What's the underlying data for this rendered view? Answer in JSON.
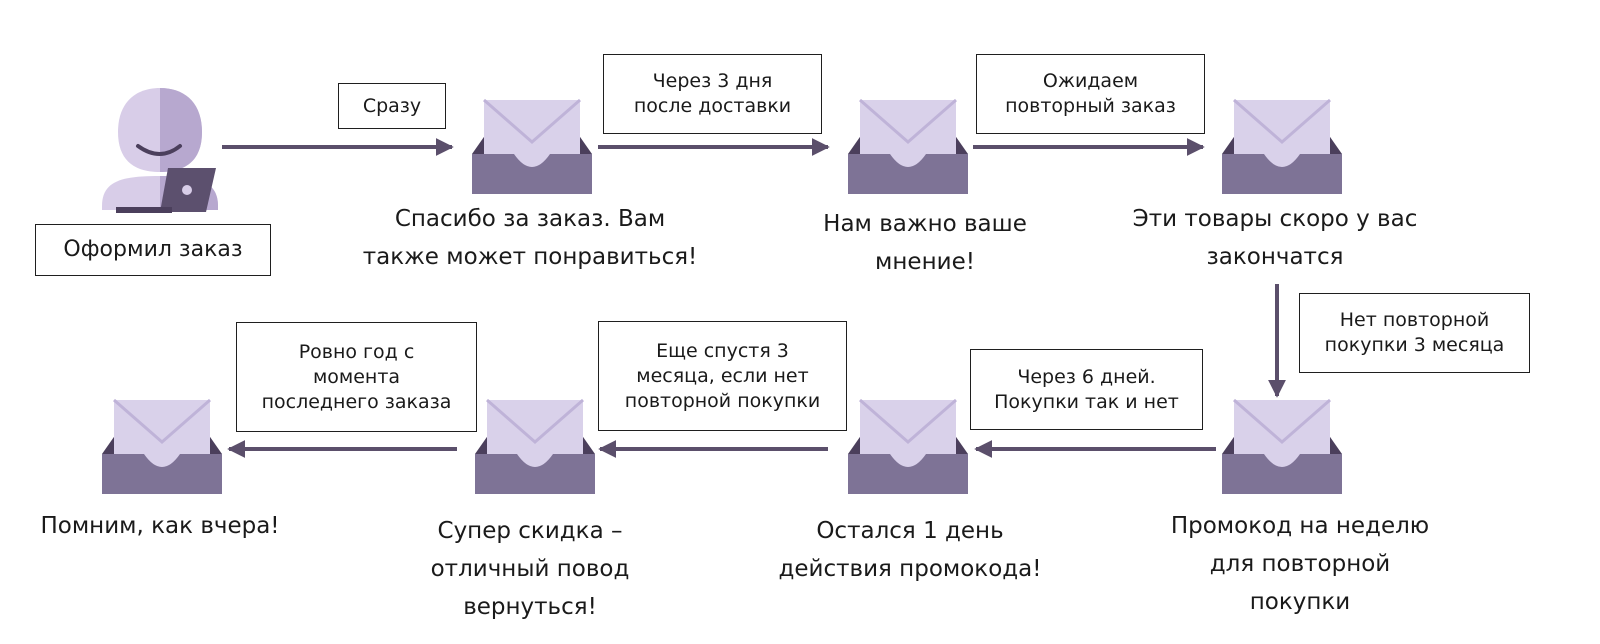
{
  "customer": {
    "label": "Оформил заказ"
  },
  "emails": [
    {
      "caption": "Спасибо за заказ. Вам\nтакже может понравиться!"
    },
    {
      "caption": "Нам важно ваше\nмнение!"
    },
    {
      "caption": "Эти товары скоро у вас\nзакончатся"
    },
    {
      "caption": "Промокод на неделю\nдля повторной\nпокупки"
    },
    {
      "caption": "Остался 1 день\nдействия промокода!"
    },
    {
      "caption": "Супер скидка –\nотличный повод\nвернуться!"
    },
    {
      "caption": "Помним, как вчера!"
    }
  ],
  "triggers": [
    {
      "label": "Сразу"
    },
    {
      "label": "Через 3 дня\nпосле доставки"
    },
    {
      "label": "Ожидаем\nповторный заказ"
    },
    {
      "label": "Нет повторной\nпокупки 3 месяца"
    },
    {
      "label": "Через 6 дней.\nПокупки так и нет"
    },
    {
      "label": "Еще спустя 3\nмесяца, если нет\nповторной покупки"
    },
    {
      "label": "Ровно год с\nмомента\nпоследнего заказа"
    }
  ],
  "colors": {
    "arrow": "#5b4f6b",
    "tray": "#7e7396",
    "tray_inner": "#4b3f5c",
    "envelope": "#d9d1ea",
    "envelope_line": "#bfb3d8",
    "avatar_light": "#d8cde8",
    "avatar_mid": "#b7a8cf",
    "laptop": "#5c506e"
  }
}
